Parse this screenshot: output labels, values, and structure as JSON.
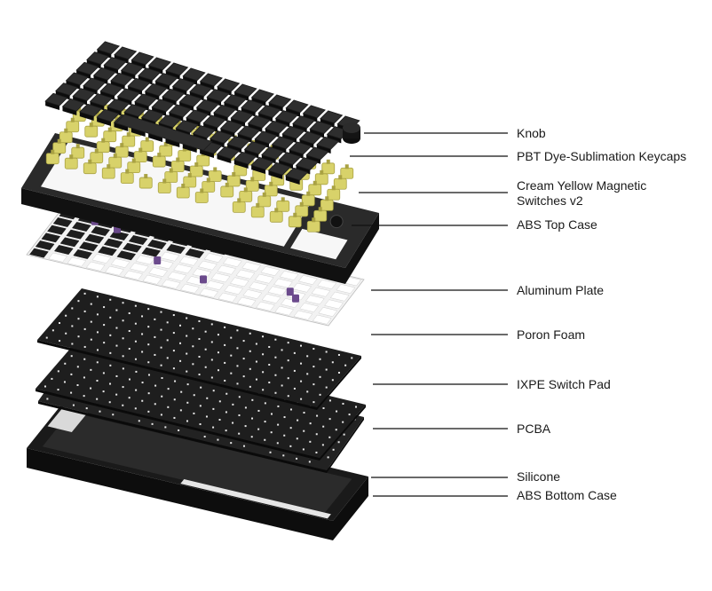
{
  "diagram": {
    "components": [
      {
        "id": "knob",
        "lines": [
          "Knob"
        ]
      },
      {
        "id": "keycaps",
        "lines": [
          "PBT Dye-Sublimation Keycaps"
        ]
      },
      {
        "id": "switches",
        "lines": [
          "Cream Yellow Magnetic",
          "Switches v2"
        ]
      },
      {
        "id": "top-case",
        "lines": [
          "ABS Top Case"
        ]
      },
      {
        "id": "plate",
        "lines": [
          "Aluminum Plate"
        ]
      },
      {
        "id": "foam",
        "lines": [
          "Poron Foam"
        ]
      },
      {
        "id": "switch-pad",
        "lines": [
          "IXPE Switch Pad"
        ]
      },
      {
        "id": "pcba",
        "lines": [
          "PCBA"
        ]
      },
      {
        "id": "silicone",
        "lines": [
          "Silicone"
        ]
      },
      {
        "id": "bottom-case",
        "lines": [
          "ABS Bottom Case"
        ]
      }
    ],
    "colors": {
      "keycap": "#1c1c1c",
      "keycap_top": "#2e2e2e",
      "switch": "#d8d26a",
      "switch_dark": "#a9a243",
      "case": "#2a2a2a",
      "plate": "#f2f2f2",
      "plate_stroke": "#bdbdbd",
      "foam": "#1e1e1e",
      "pcb": "#222222",
      "bottom_case": "#1a1a1a",
      "silicone": "#e6e6e6",
      "stabilizer": "#6b4a8c",
      "line": "#111111",
      "text": "#1a1a1a"
    }
  }
}
